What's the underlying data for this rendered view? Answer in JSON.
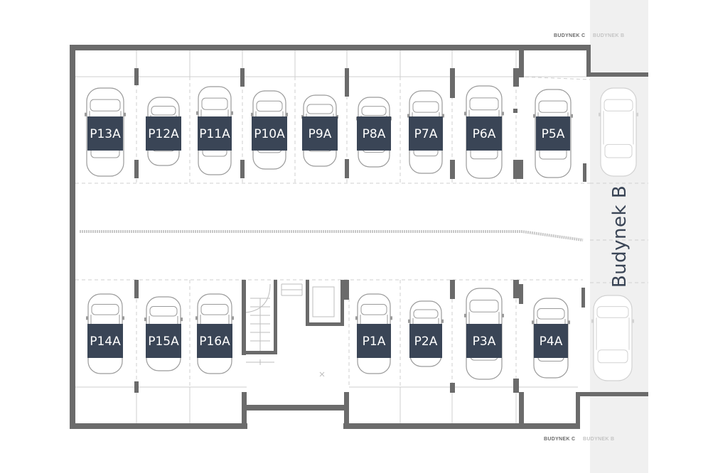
{
  "building_right": "Budynek B",
  "corner_tags": {
    "top_left": "BUDYNEK C",
    "top_right": "BUDYNEK B",
    "bottom_left": "BUDYNEK C",
    "bottom_right": "BUDYNEK B"
  },
  "spots_top": [
    "P13A",
    "P12A",
    "P11A",
    "P10A",
    "P9A",
    "P8A",
    "P7A",
    "P6A",
    "P5A"
  ],
  "spots_bottom": [
    "P14A",
    "P15A",
    "P16A",
    "P1A",
    "P2A",
    "P3A",
    "P4A"
  ],
  "colors": {
    "wall": "#6b6b6b",
    "label_bg": "#3a4556",
    "annex": "#f0f0f0",
    "text_dark": "#3a4556"
  }
}
